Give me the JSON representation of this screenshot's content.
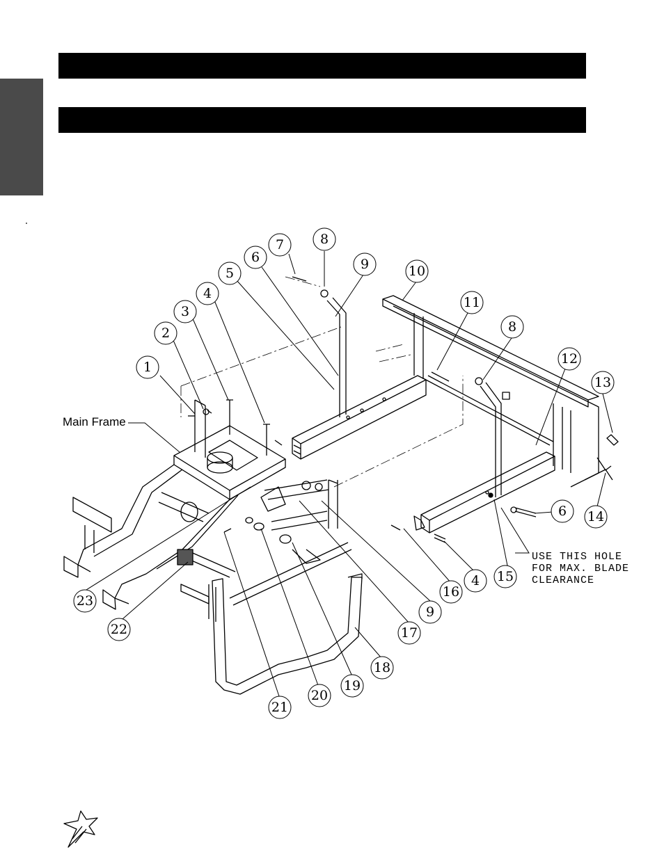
{
  "labels": {
    "main_frame": "Main Frame",
    "note_line1": "USE THIS HOLE",
    "note_line2": "FOR MAX. BLADE",
    "note_line3": "CLEARANCE"
  },
  "callouts": [
    "1",
    "2",
    "3",
    "4",
    "5",
    "6",
    "7",
    "8",
    "9",
    "10",
    "11",
    "8",
    "12",
    "13",
    "14",
    "6",
    "4",
    "15",
    "16",
    "9",
    "17",
    "18",
    "19",
    "20",
    "21",
    "22",
    "23"
  ],
  "logo": {
    "icon": "star-burst-logo-icon"
  }
}
